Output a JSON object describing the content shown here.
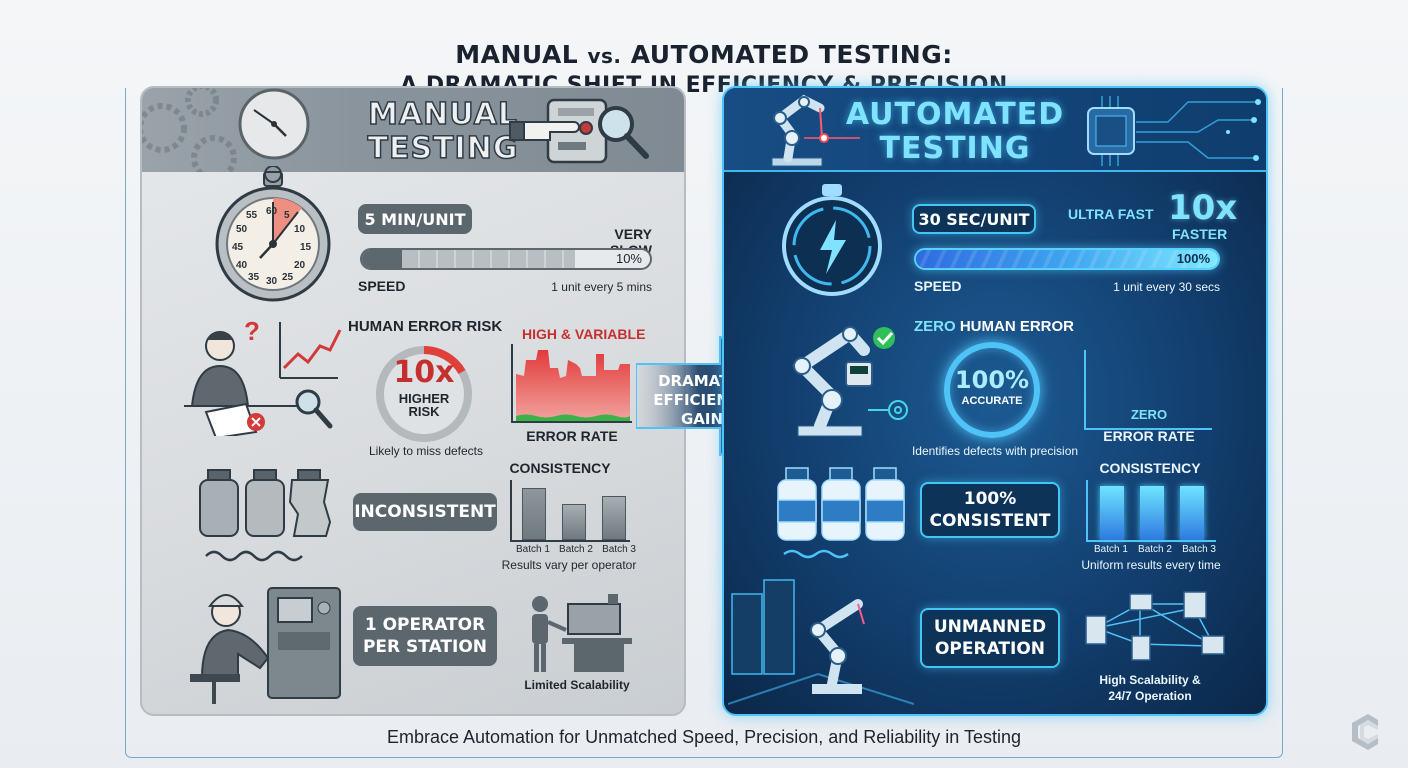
{
  "header": {
    "title_line1_a": "MANUAL",
    "title_line1_vs": "vs.",
    "title_line1_b": "AUTOMATED TESTING:",
    "title_line2": "A DRAMATIC SHIFT IN EFFICIENCY & PRECISION"
  },
  "manual": {
    "title_line1": "MANUAL",
    "title_line2": "TESTING",
    "speed": {
      "rate_badge": "5 MIN/UNIT",
      "rating": "VERY SLOW",
      "percent": "10%",
      "label": "SPEED",
      "detail": "1 unit every 5 mins"
    },
    "error": {
      "heading": "HUMAN ERROR RISK",
      "ring_value": "10x",
      "ring_line1": "HIGHER",
      "ring_line2": "RISK",
      "caption": "Likely to miss defects",
      "chart_title": "HIGH & VARIABLE",
      "chart_label": "ERROR RATE"
    },
    "consistency": {
      "badge": "INCONSISTENT",
      "chart_title": "CONSISTENCY",
      "batches": [
        "Batch 1",
        "Batch 2",
        "Batch 3"
      ],
      "caption": "Results vary per operator"
    },
    "operation": {
      "badge_line1": "1 OPERATOR",
      "badge_line2": "PER STATION",
      "caption": "Limited Scalability"
    },
    "stopwatch_numbers": [
      "60",
      "5",
      "10",
      "15",
      "20",
      "25",
      "30",
      "35",
      "40",
      "45",
      "50",
      "55"
    ]
  },
  "transition": {
    "line1": "DRAMATIC",
    "line2": "EFFICIENCY",
    "line3": "GAIN"
  },
  "automated": {
    "title_line1": "AUTOMATED",
    "title_line2": "TESTING",
    "speed": {
      "rate_badge": "30 SEC/UNIT",
      "rating": "ULTRA FAST",
      "multiplier": "10x",
      "multiplier_label": "FASTER",
      "percent": "100%",
      "label": "SPEED",
      "detail": "1 unit every 30 secs"
    },
    "error": {
      "heading_accent": "ZERO",
      "heading_rest": "HUMAN ERROR",
      "ring_value": "100%",
      "ring_line1": "ACCURATE",
      "caption": "Identifies defects with precision",
      "chart_value": "ZERO",
      "chart_label": "ERROR RATE"
    },
    "consistency": {
      "badge_line1": "100%",
      "badge_line2": "CONSISTENT",
      "chart_title": "CONSISTENCY",
      "batches": [
        "Batch 1",
        "Batch 2",
        "Batch 3"
      ],
      "caption": "Uniform results every time"
    },
    "operation": {
      "badge_line1": "UNMANNED",
      "badge_line2": "OPERATION",
      "caption_line1": "High Scalability &",
      "caption_line2": "24/7 Operation"
    }
  },
  "footer": {
    "tagline": "Embrace Automation for Unmatched Speed, Precision, and Reliability in Testing"
  },
  "colors": {
    "manual_panel": "#d9dcdf",
    "manual_badge": "#5c666d",
    "manual_risk_red": "#d63a3a",
    "auto_panel": "#123e6e",
    "auto_accent": "#4fc3f7",
    "auto_text_cyan": "#7fe3ff",
    "title_dark": "#1a2230"
  },
  "chart_data": [
    {
      "type": "bar",
      "title": "CONSISTENCY (Manual)",
      "categories": [
        "Batch 1",
        "Batch 2",
        "Batch 3"
      ],
      "values": [
        85,
        58,
        72
      ],
      "caption": "Results vary per operator"
    },
    {
      "type": "bar",
      "title": "CONSISTENCY (Automated)",
      "categories": [
        "Batch 1",
        "Batch 2",
        "Batch 3"
      ],
      "values": [
        100,
        100,
        100
      ],
      "caption": "Uniform results every time"
    },
    {
      "type": "bar",
      "title": "SPEED",
      "categories": [
        "Manual",
        "Automated"
      ],
      "values": [
        10,
        100
      ],
      "ylabel": "%"
    }
  ]
}
